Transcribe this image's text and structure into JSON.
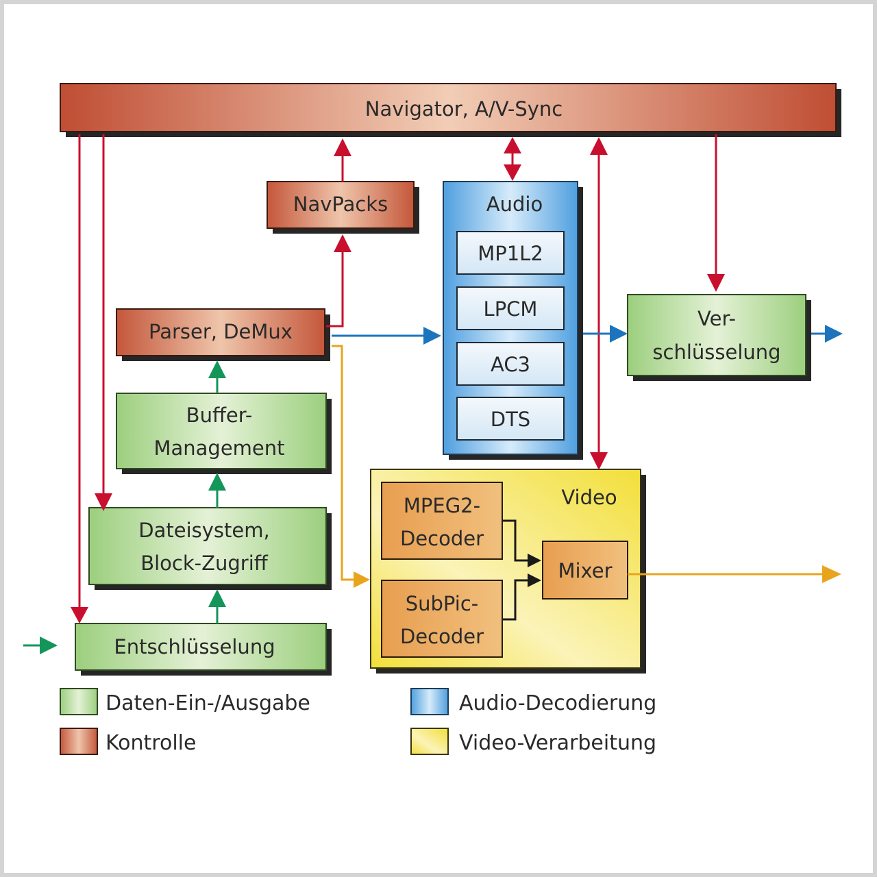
{
  "blocks": {
    "navigator": "Navigator, A/V-Sync",
    "navpacks": "NavPacks",
    "parser": "Parser, DeMux",
    "buffer": [
      "Buffer-",
      "Management"
    ],
    "dateisystem": [
      "Dateisystem,",
      "Block-Zugriff"
    ],
    "entschluesselung": "Entschlüsselung",
    "audio": {
      "title": "Audio",
      "codecs": [
        "MP1L2",
        "LPCM",
        "AC3",
        "DTS"
      ]
    },
    "video": {
      "title": "Video",
      "mpeg2": [
        "MPEG2-",
        "Decoder"
      ],
      "subpic": [
        "SubPic-",
        "Decoder"
      ],
      "mixer": "Mixer"
    },
    "verschluesselung": [
      "Ver-",
      "schlüsselung"
    ]
  },
  "legend": [
    {
      "label": "Daten-Ein-/Ausgabe",
      "color": "#9ccf7e"
    },
    {
      "label": "Kontrolle",
      "color": "#c85a3e"
    },
    {
      "label": "Audio-Decodierung",
      "color": "#5aa9e6"
    },
    {
      "label": "Video-Verarbeitung",
      "color": "#f0e04a"
    }
  ],
  "colors": {
    "control_arrow": "#c8102e",
    "data_arrow": "#14955a",
    "audio_arrow": "#1c75bc",
    "video_arrow": "#e8a41c"
  }
}
